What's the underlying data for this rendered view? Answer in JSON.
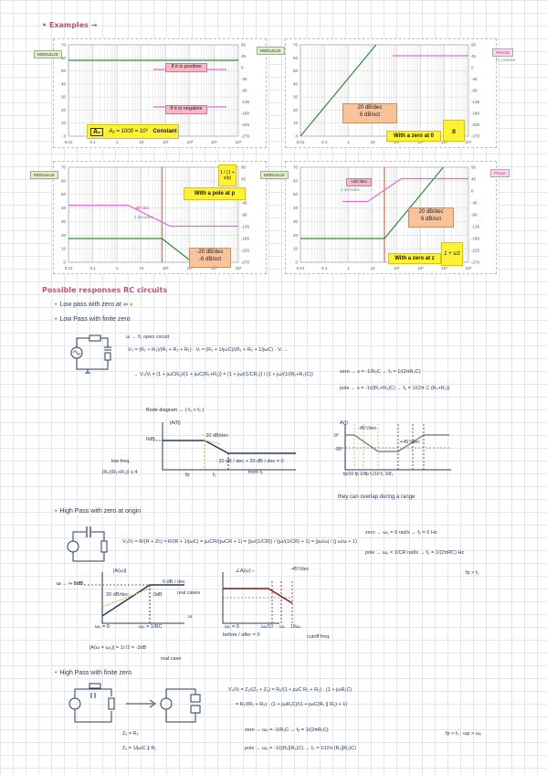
{
  "title": "• Examples →",
  "charts": [
    {
      "id": "c1",
      "left_tag": "MODULUS",
      "box_left": "A₀",
      "box_formula": "A₀ = 1000 = 10³",
      "box_label": "Constant",
      "pink_top": "If it is positive",
      "pink_bottom": "If it is negative",
      "y_ticks": [
        "70",
        "60",
        "50",
        "40",
        "30",
        "20",
        "10",
        "0"
      ],
      "y2_ticks": [
        "90",
        "45",
        "0",
        "-45",
        "-90",
        "-135",
        "-180",
        "-225",
        "-270"
      ],
      "x_ticks": [
        "0.01",
        "0.1",
        "1",
        "10",
        "10²",
        "10³",
        "10⁴",
        "10⁵"
      ]
    },
    {
      "id": "c2",
      "left_tag": "MODULUS",
      "right_tag": "PHASE",
      "right_sub": "A₀ positive",
      "box_label": "With a zero at 0",
      "box_formula": "s",
      "orange_text": "20 dB/dec\n6 dB/oct",
      "y_ticks": [
        "70",
        "60",
        "50",
        "40",
        "30",
        "20",
        "10",
        "0"
      ],
      "y2_ticks": [
        "90",
        "45",
        "0",
        "-45",
        "-90",
        "-135",
        "-180",
        "-225",
        "-270"
      ],
      "x_ticks": [
        "0.01",
        "0.1",
        "1",
        "10",
        "10²",
        "10³",
        "10⁴",
        "10⁵"
      ]
    },
    {
      "id": "c3",
      "left_tag": "MODULUS",
      "box_label": "With a pole at p",
      "box_formula": "1 / (1 + s/p)",
      "pink_text": "-45°/dec",
      "decades": "2 decades",
      "orange_text": "-20 dB/dec\n-6 dB/oct",
      "y_ticks": [
        "70",
        "60",
        "50",
        "40",
        "30",
        "20",
        "10",
        "0"
      ],
      "y2_ticks": [
        "90",
        "45",
        "0",
        "-45",
        "-90",
        "-135",
        "-180",
        "-225",
        "-270"
      ],
      "x_ticks": [
        "0.01",
        "0.1",
        "1",
        "10",
        "10²",
        "10³",
        "10⁴",
        "10⁵"
      ]
    },
    {
      "id": "c4",
      "left_tag": "MODULUS",
      "right_tag": "Phase",
      "box_label": "With a zero at z",
      "box_formula": "1 + s/z",
      "pink_text": "+45°/dec",
      "decades": "2 decades",
      "orange_text": "20 dB/dec\n6 dB/oct",
      "y_ticks": [
        "70",
        "60",
        "50",
        "40",
        "30",
        "20",
        "10",
        "0"
      ],
      "y2_ticks": [
        "90",
        "45",
        "0",
        "-45",
        "-90",
        "-135",
        "-180",
        "-225",
        "-270"
      ],
      "x_ticks": [
        "0.01",
        "0.1",
        "1",
        "10",
        "10²",
        "10³",
        "10⁴",
        "10⁵"
      ]
    }
  ],
  "section2": {
    "heading": "Possible responses RC circuits",
    "b1": "Low pass with zero at ∞",
    "b2": "Low Pass with finite zero",
    "omega_open": "ω → 0,  open circuit",
    "eq_vo": "V₀ = (R₁ + R₂)/(R₁ + R₂ + R₁) · Vᵢ = (R₂ + 1/jωC)/(R₁ + R₂ + 1/jωC) · Vᵢ →",
    "eq_ratio": "→ V₀/Vᵢ = (1 + jωCR₂)/(1 + jωC(R₁+R₂)) = (1 + jω/(1/CR₂)) / (1 + jω/(1/(R₁+R₂)C))",
    "zero": "zero → s = -1/R₂C → f₂ = 1/(2πR₂C)",
    "pole": "pole → s = -1/((R₁+R₂)C) → fₚ = 1/(2π C (R₁+R₂))",
    "bode": "Bode diagram →  ( fₚ < f₂ )",
    "mag": "|A(f)|",
    "phase": "A(f)",
    "zero_db": "0dB",
    "m20": "- 20 dB/dec",
    "m20b": "- 20 dB / dec + 20 dB / dec = 0",
    "from": "from f₂",
    "low_freq": "low freq.",
    "rr": "|R₂/(R₁+R₂)| ≤ 4",
    "fp": "fp",
    "fz": "f₂",
    "p45": "-45°/dec",
    "p45b": "+45°/dec",
    "zero_deg": "0°",
    "m90": "-90°",
    "ph_ticks": "fp/10  fp  10fp  f₂/10  f₂  10f₂",
    "overlap": "they can overlap during a range"
  },
  "section3": {
    "b": "High Pass with zero at origin",
    "eq": "V₀/Vᵢ = R/(R + Zc) = R/(R + 1/jωC) = jωCR/(jωCR + 1) = (jω/(1/CR)) / (jω/(1/CR) + 1) = (jω/ω) / (j ω/ω + 1)",
    "zero": "zero → ω₂ = 0 rad/s → f₂ = 0 Hz",
    "pole": "pole → ωₚ = 1/CR rad/s → fₚ = 1/(2πRC) Hz",
    "fpfz": "fp > f₂",
    "mag": "|A(ω)|",
    "phase": "∠A(ω) ⌐",
    "winf": "ω → ∞  0dB",
    "db20": "0 dB / dec",
    "db20b": "20 dB/dec",
    "m3": "-3dB",
    "real": "real cases",
    "w0": "ω₂ = 0",
    "wp": "ωₚ = 1/RC",
    "omega": "ω",
    "m45": "-45°/dec",
    "wp10": "ωₚ/10",
    "wp_": "ωₚ",
    "wp10b": "10ωₚ",
    "w0b": "ω₂ = 0",
    "before": "before / after = 0",
    "cutoff": "cutoff freq.",
    "abs": "|A(ω = ωₚ)| = 1/√2 = -3dB",
    "realcase": "real case"
  },
  "section4": {
    "b": "High Pass with finite zero",
    "eq": "V₀/Vᵢ = Z₂/(Z₁ + Z₂) = R₂/(1 + jωC R₁ + R₂) · (1 + jωR₁C)",
    "eq2": "= R₂/(R₁ + R₂) · (1 + jωR₁C)/(1 + jωC(R₁ ∥ R₂) + 1)",
    "z1": "Z₂ = R₂",
    "z2": "Z₁ = 1/jωC ∥ R₁",
    "zero": "zero → ω₂ = -1/R₁C → f₂ = 1/(2πR₁C)",
    "pole": "pole → ωₚ = -1/((R₁∥R₂)C) → fₚ = 1/(2π (R₁∥R₂)C)",
    "cmp": "fp > f₂ ; ωp > ω₂"
  }
}
